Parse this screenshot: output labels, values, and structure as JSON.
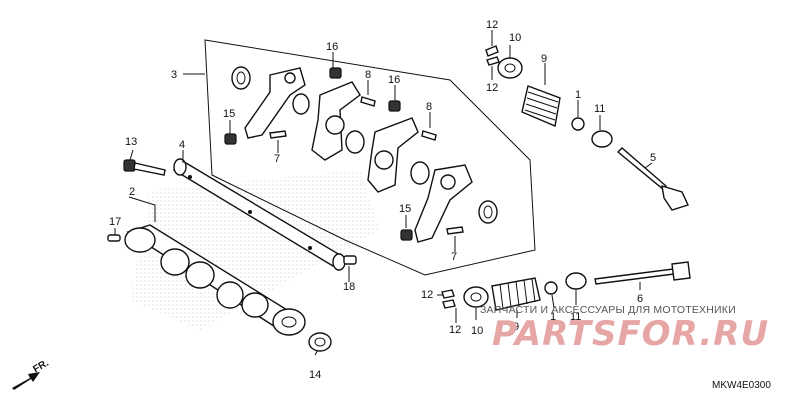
{
  "callouts": [
    "1",
    "1",
    "2",
    "3",
    "4",
    "5",
    "6",
    "7",
    "7",
    "8",
    "8",
    "9",
    "9",
    "10",
    "10",
    "11",
    "11",
    "12",
    "12",
    "12",
    "12",
    "13",
    "14",
    "15",
    "15",
    "16",
    "16",
    "17",
    "18"
  ],
  "front_label": "FR.",
  "watermark": {
    "text": "ЗАПЧАСТИ И АКСЕССУАРЫ ДЛЯ МОТОТЕХНИКИ",
    "logo": "PARTSFOR.RU"
  },
  "diagram_code": "MKW4E0300",
  "colors": {
    "line": "#111111",
    "watermark_red": "#e7a6a6"
  }
}
